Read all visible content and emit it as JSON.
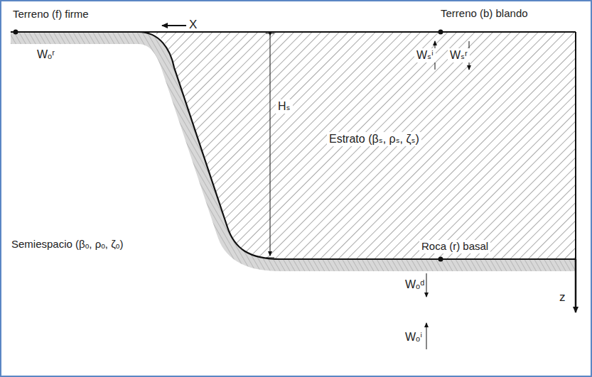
{
  "diagram": {
    "labels": [
      "Terreno (f) firme",
      "X",
      "Terreno (b) blando",
      "Wₒʳ",
      "Wₛⁱ",
      "Wₛʳ",
      "Hₛ",
      "Estrato (βₛ, ρₛ, ζₛ)",
      "Semiespacio (βₒ, ρₒ, ζₒ)",
      "Roca (r) basal",
      "Wₒᵈ",
      "z",
      "Wₒⁱ"
    ]
  }
}
